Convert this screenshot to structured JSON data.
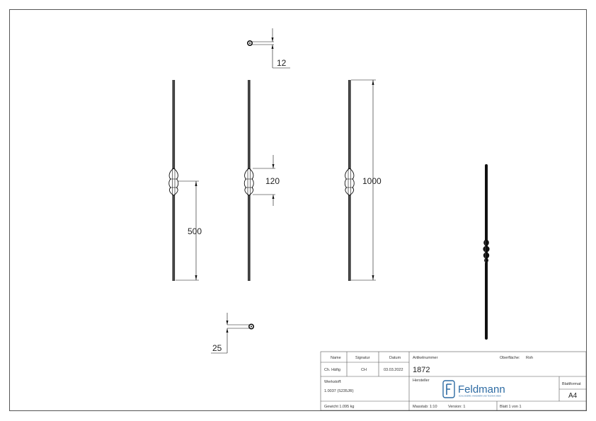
{
  "dimensions": {
    "d12": "12",
    "d500": "500",
    "d120": "120",
    "d1000": "1000",
    "d25": "25"
  },
  "title_block": {
    "name_label": "Name",
    "signatur_label": "Signatur",
    "datum_label": "Datum",
    "name_value": "Ch. Häfig",
    "signatur_value": "CH",
    "datum_value": "03.03.2022",
    "artikel_label": "Artikelnummer",
    "artikel_value": "1872",
    "oberflaeche_label": "Oberfläche:",
    "oberflaeche_value": "Roh",
    "werkstoff_label": "Werkstoff:",
    "werkstoff_value": "1.0037 (S235JR)",
    "hersteller_label": "Hersteller",
    "logo_text": "Feldmann",
    "logo_tagline": "SCHLOSSEREI, HANDWERK UND TECHNIK GMBH",
    "blattformat_label": "Blattformat",
    "blattformat_value": "A4",
    "gewicht_label": "Gewicht 1.095 kg",
    "massstab_label": "Masstab: 1:10",
    "version_label": "Version: 1",
    "blatt_label": "Blatt 1 von 1"
  }
}
